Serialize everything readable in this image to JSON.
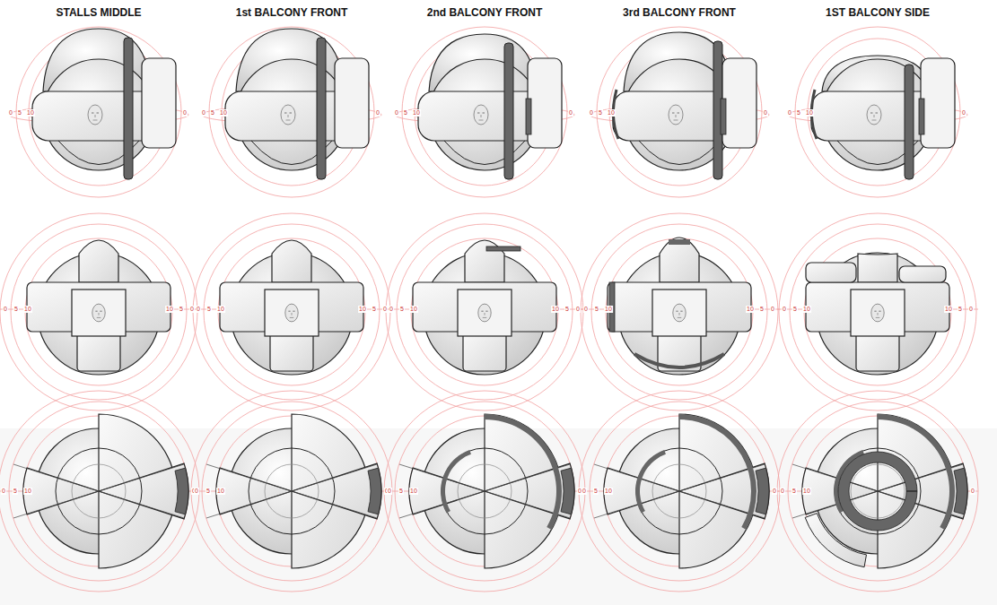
{
  "diagram": {
    "labels": [
      "STALLS MIDDLE",
      "1st BALCONY FRONT",
      "2nd BALCONY FRONT",
      "3rd BALCONY FRONT",
      "1ST BALCONY SIDE",
      "0",
      "5",
      "10",
      "0",
      "0",
      "5",
      "10",
      "10",
      "5",
      "0",
      "0",
      "5",
      "10",
      "0",
      "0",
      "5",
      "10",
      "0",
      "0",
      "5",
      "10",
      "10",
      "5",
      "0",
      "0",
      "5",
      "10",
      "0",
      "0",
      "5",
      "10",
      "0",
      "0",
      "5",
      "10",
      "10",
      "5",
      "0",
      "0",
      "5",
      "10",
      "0",
      "0",
      "5",
      "10",
      "0",
      "0",
      "5",
      "10",
      "10",
      "5",
      "0",
      "0",
      "5",
      "10",
      "0",
      "0",
      "5",
      "10",
      "0",
      "0",
      "5",
      "10",
      "10",
      "5",
      "0",
      "0",
      "5",
      "10",
      "0"
    ]
  }
}
